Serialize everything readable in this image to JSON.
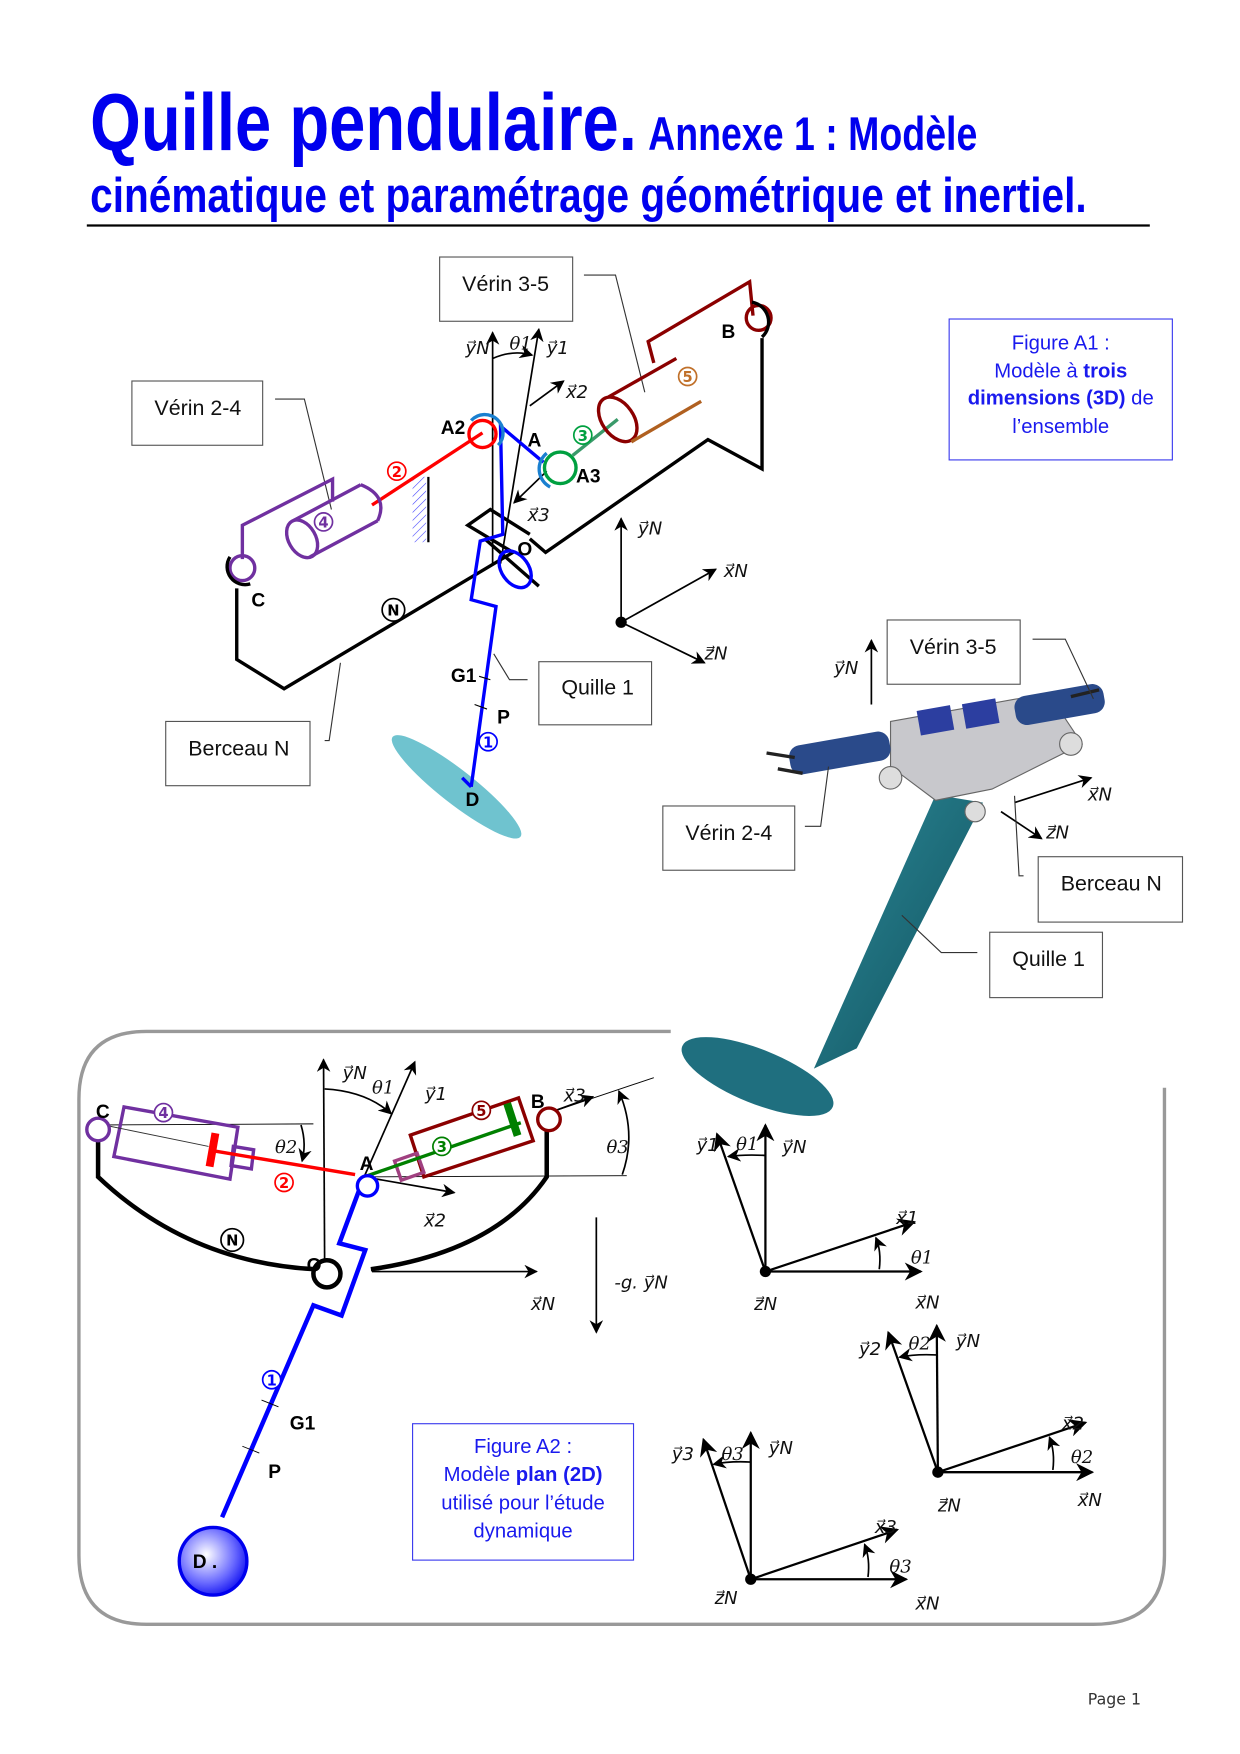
{
  "title": {
    "main": "Quille pendulaire.",
    "annex": "Annexe 1 : Modèle",
    "line2": "cinématique et paramétrage géométrique et inertiel."
  },
  "figure_a1": {
    "line1": "Figure A1 :",
    "line2_a": "Modèle à ",
    "line2_b": "trois",
    "line3_a": "dimensions (3D)",
    "line3_b": " de",
    "line4": "l’ensemble"
  },
  "figure_a2": {
    "line1": "Figure A2 :",
    "line2_a": "Modèle ",
    "line2_b": "plan (2D)",
    "line3": "utilisé pour l’étude",
    "line4": "dynamique"
  },
  "callouts": {
    "verin35": "Vérin 3-5",
    "verin24": "Vérin 2-4",
    "quille": "Quille 1",
    "berceau": "Berceau N"
  },
  "points": {
    "A": "A",
    "A2": "A2",
    "A3": "A3",
    "B": "B",
    "C": "C",
    "O": "O",
    "D": "D",
    "G1": "G1",
    "P": "P",
    "D2": "D ."
  },
  "parts": {
    "p1": "1",
    "p2": "2",
    "p3": "3",
    "p4": "4",
    "p5": "5",
    "N": "N"
  },
  "vectors": {
    "xN": "x⃗N",
    "yN": "y⃗N",
    "zN": "z⃗N",
    "x1": "x⃗1",
    "y1": "y⃗1",
    "x2": "x⃗2",
    "y2": "y⃗2",
    "x3": "x⃗3",
    "y3": "y⃗3",
    "gravity": "-g. y⃗N"
  },
  "angles": {
    "t1": "θ1",
    "t2": "θ2",
    "t3": "θ3"
  },
  "colors": {
    "title": "#0000ee",
    "keel": "#0000ff",
    "verin2": "#ff0000",
    "verin4": "#7030a0",
    "verin3": "#008000",
    "verin5": "#8b0000",
    "bulb_3d": "#1f6f7f",
    "frame": "#999999"
  },
  "footer": {
    "page": "Page 1"
  }
}
